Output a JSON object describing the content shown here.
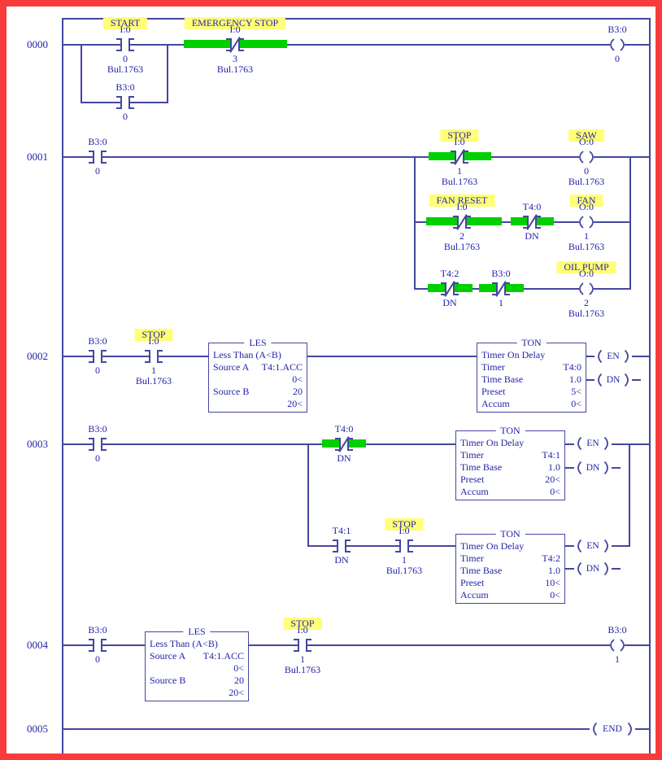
{
  "colors": {
    "frame_red": "#f93b3b",
    "line_blue": "#4646a0",
    "text_blue": "#2323a8",
    "highlight_green": "#00cf00",
    "label_yellow": "#ffff78"
  },
  "rung_numbers": [
    "0000",
    "0001",
    "0002",
    "0003",
    "0004",
    "0005"
  ],
  "r0": {
    "start": {
      "label": "START",
      "addr": "I:0",
      "bit": "0",
      "device": "Bul.1763"
    },
    "estop": {
      "label": "EMERGENCY STOP",
      "addr": "I:0",
      "bit": "3",
      "device": "Bul.1763"
    },
    "seal": {
      "addr": "B3:0",
      "bit": "0"
    },
    "coil": {
      "addr": "B3:0",
      "bit": "0"
    }
  },
  "r1": {
    "b3": {
      "addr": "B3:0",
      "bit": "0"
    },
    "stop": {
      "label": "STOP",
      "addr": "I:0",
      "bit": "1",
      "device": "Bul.1763"
    },
    "saw": {
      "label": "SAW",
      "addr": "O:0",
      "bit": "0",
      "device": "Bul.1763"
    },
    "fan_reset": {
      "label": "FAN RESET",
      "addr": "I:0",
      "bit": "2",
      "device": "Bul.1763"
    },
    "t40": {
      "addr": "T4:0",
      "bit": "DN"
    },
    "fan": {
      "label": "FAN",
      "addr": "O:0",
      "bit": "1",
      "device": "Bul.1763"
    },
    "t42": {
      "addr": "T4:2",
      "bit": "DN"
    },
    "b31": {
      "addr": "B3:0",
      "bit": "1"
    },
    "oil": {
      "label": "OIL PUMP",
      "addr": "O:0",
      "bit": "2",
      "device": "Bul.1763"
    }
  },
  "r2": {
    "b3": {
      "addr": "B3:0",
      "bit": "0"
    },
    "stop": {
      "label": "STOP",
      "addr": "I:0",
      "bit": "1",
      "device": "Bul.1763"
    },
    "les": {
      "title": "LES",
      "desc": "Less Than (A<B)",
      "a_label": "Source A",
      "a": "T4:1.ACC",
      "a_val": "0<",
      "b_label": "Source B",
      "b": "20",
      "b_val": "20<"
    },
    "ton": {
      "title": "TON",
      "desc": "Timer On Delay",
      "timer_label": "Timer",
      "timer": "T4:0",
      "base_label": "Time Base",
      "base": "1.0",
      "preset_label": "Preset",
      "preset": "5<",
      "accum_label": "Accum",
      "accum": "0<",
      "en": "EN",
      "dn": "DN"
    }
  },
  "r3": {
    "b3": {
      "addr": "B3:0",
      "bit": "0"
    },
    "t40": {
      "addr": "T4:0",
      "bit": "DN"
    },
    "ton1": {
      "title": "TON",
      "desc": "Timer On Delay",
      "timer_label": "Timer",
      "timer": "T4:1",
      "base_label": "Time Base",
      "base": "1.0",
      "preset_label": "Preset",
      "preset": "20<",
      "accum_label": "Accum",
      "accum": "0<",
      "en": "EN",
      "dn": "DN"
    },
    "t41": {
      "addr": "T4:1",
      "bit": "DN"
    },
    "stop": {
      "label": "STOP",
      "addr": "I:0",
      "bit": "1",
      "device": "Bul.1763"
    },
    "ton2": {
      "title": "TON",
      "desc": "Timer On Delay",
      "timer_label": "Timer",
      "timer": "T4:2",
      "base_label": "Time Base",
      "base": "1.0",
      "preset_label": "Preset",
      "preset": "10<",
      "accum_label": "Accum",
      "accum": "0<",
      "en": "EN",
      "dn": "DN"
    }
  },
  "r4": {
    "b3": {
      "addr": "B3:0",
      "bit": "0"
    },
    "les": {
      "title": "LES",
      "desc": "Less Than (A<B)",
      "a_label": "Source A",
      "a": "T4:1.ACC",
      "a_val": "0<",
      "b_label": "Source B",
      "b": "20",
      "b_val": "20<"
    },
    "stop": {
      "label": "STOP",
      "addr": "I:0",
      "bit": "1",
      "device": "Bul.1763"
    },
    "coil": {
      "addr": "B3:0",
      "bit": "1"
    }
  },
  "r5": {
    "end_label": "END"
  }
}
